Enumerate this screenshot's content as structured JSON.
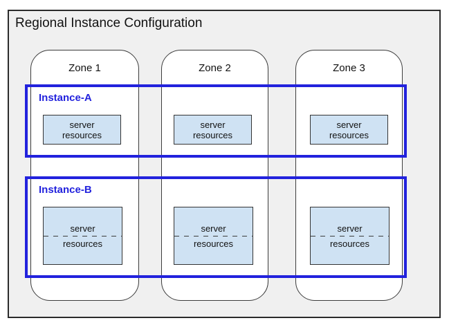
{
  "diagram": {
    "title": "Regional Instance Configuration",
    "zones": [
      {
        "label": "Zone 1"
      },
      {
        "label": "Zone 2"
      },
      {
        "label": "Zone 3"
      }
    ],
    "instances": [
      {
        "label": "Instance-A",
        "has_divider": false
      },
      {
        "label": "Instance-B",
        "has_divider": true
      }
    ],
    "server_box": {
      "line1": "server",
      "line2": "resources"
    },
    "colors": {
      "frame_background": "#f0f0f0",
      "frame_border": "#2b2b2b",
      "zone_background": "#ffffff",
      "zone_border": "#3b3b3b",
      "instance_border": "#2222dd",
      "instance_label_text": "#2222dd",
      "server_box_fill": "#cfe2f3",
      "server_box_border": "#333333",
      "text": "#111111"
    }
  }
}
